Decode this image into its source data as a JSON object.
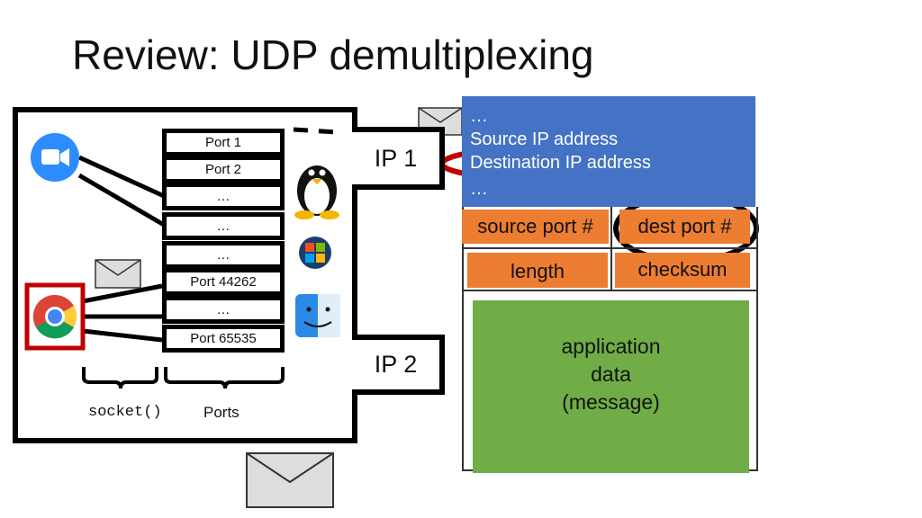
{
  "title": "Review: UDP demultiplexing",
  "host": {
    "ports": [
      "Port 1",
      "Port 2",
      "…",
      "…",
      "…",
      "Port 44262",
      "…",
      "Port 65535"
    ],
    "socket_label": "socket()",
    "ports_label": "Ports",
    "apps": [
      "zoom-icon",
      "chrome-icon"
    ],
    "os_icons": [
      "linux-tux-icon",
      "windows-icon",
      "mac-finder-icon"
    ]
  },
  "ip_interfaces": [
    "IP 1",
    "IP 2"
  ],
  "ip_header": {
    "lines": [
      "…",
      "Source IP address",
      "Destination IP address",
      "…"
    ],
    "highlighted": "Destination IP address"
  },
  "udp_header": {
    "source_port": "source port #",
    "dest_port": "dest port #",
    "length": "length",
    "checksum": "checksum",
    "app_data": [
      "application",
      "data",
      "(message)"
    ],
    "highlighted": "dest port #"
  },
  "colors": {
    "ip_header_blue": "#4472c4",
    "udp_field_orange": "#ed7d31",
    "app_data_green": "#70ad47",
    "highlight_red": "#c00000"
  }
}
